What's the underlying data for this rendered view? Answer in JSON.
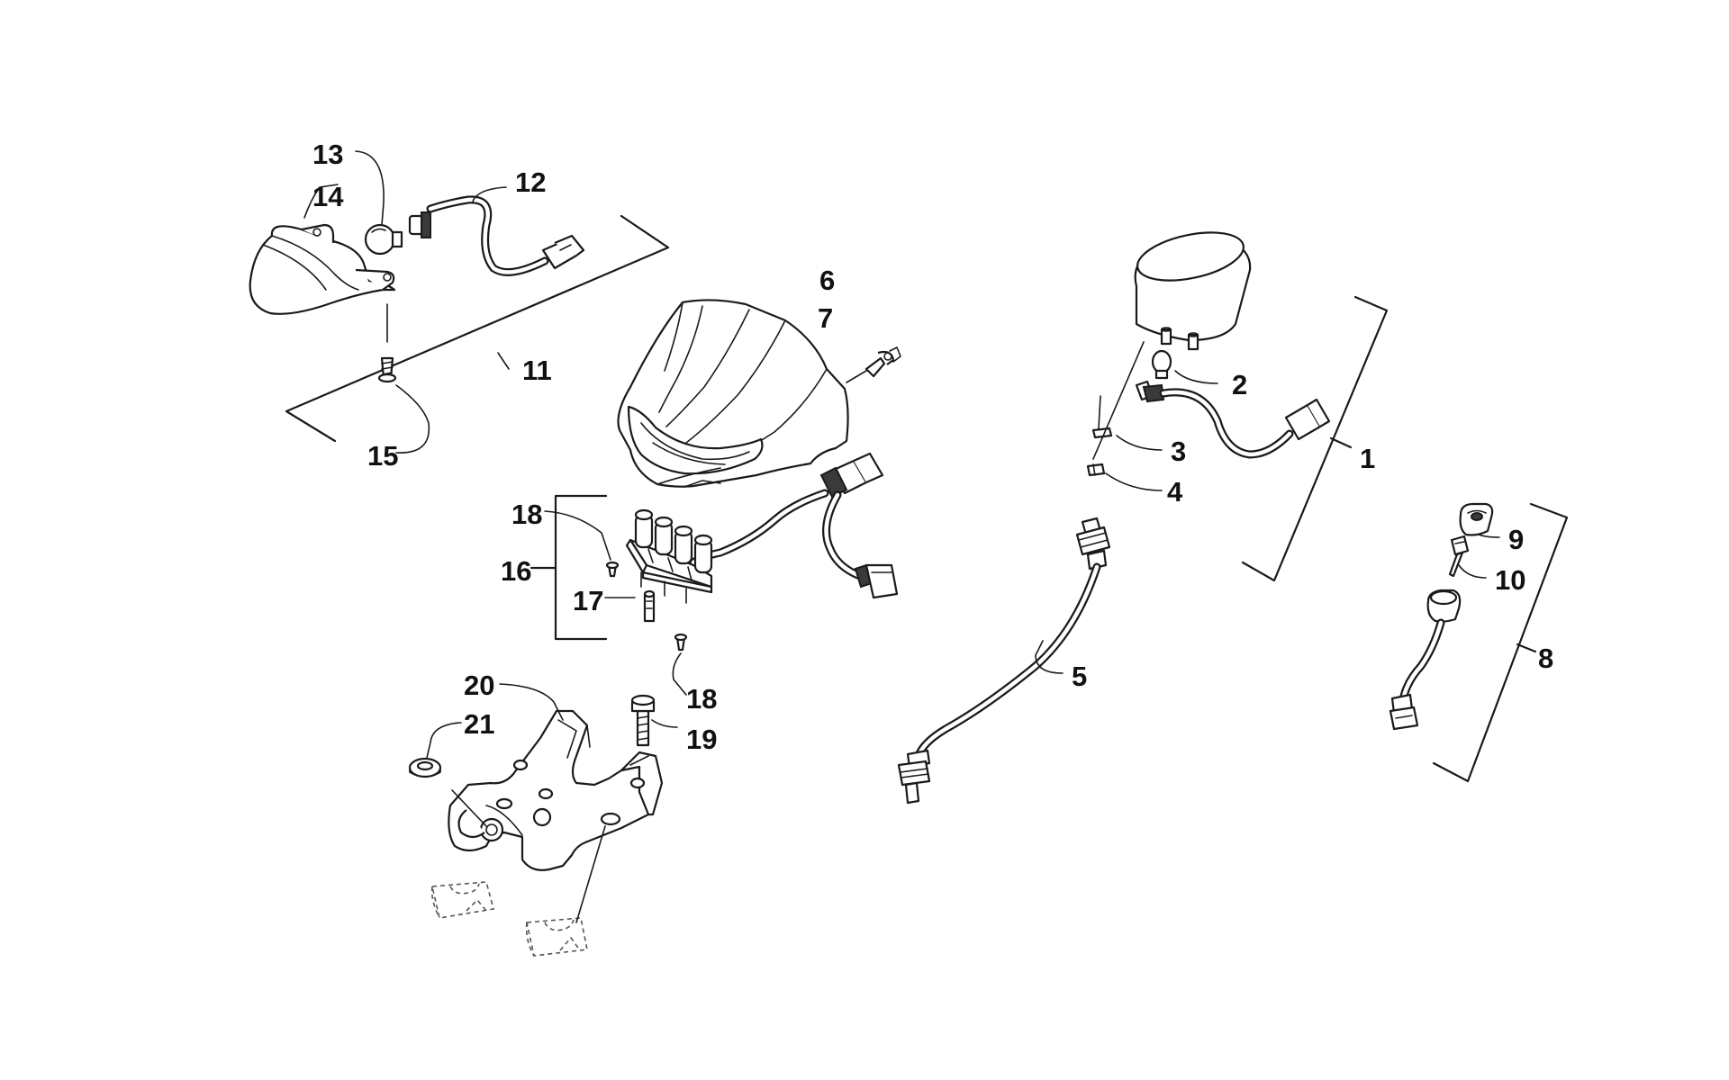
{
  "diagram": {
    "type": "exploded-parts-diagram",
    "line_color": "#1a1a1a",
    "background": "#ffffff",
    "callouts": {
      "c1": "1",
      "c2": "2",
      "c3": "3",
      "c4": "4",
      "c5": "5",
      "c6": "6",
      "c7": "7",
      "c8": "8",
      "c9": "9",
      "c10": "10",
      "c11": "11",
      "c12": "12",
      "c13": "13",
      "c14": "14",
      "c15": "15",
      "c16": "16",
      "c17": "17",
      "c18a": "18",
      "c18b": "18",
      "c19": "19",
      "c20": "20",
      "c21": "21"
    }
  }
}
